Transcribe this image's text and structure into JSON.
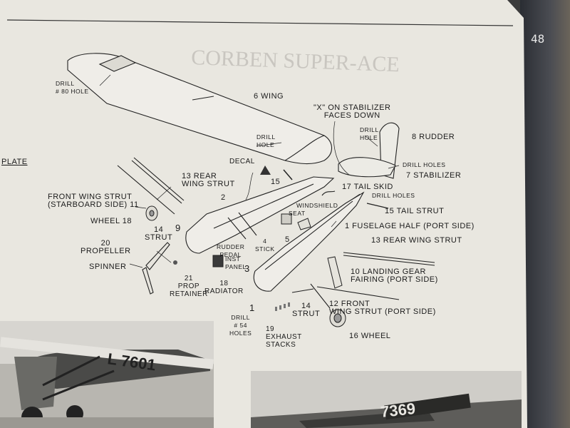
{
  "header": {
    "template_label": "PLATE",
    "background_title": "CORBEN SUPER-ACE",
    "clock_text": "48"
  },
  "labels": {
    "drill_80_hole": "DRILL\n# 80 HOLE",
    "wing": "6 WING",
    "drill_hole_wing": "DRILL\nHOLE",
    "stabilizer_note": "\"X\" ON STABILIZER\nFACES DOWN",
    "drill_hole_rudder": "DRILL\nHOLE",
    "rudder": "8 RUDDER",
    "drill_holes_stab": "DRILL HOLES",
    "stabilizer": "7 STABILIZER",
    "decal": "DECAL",
    "decal_num": "15",
    "rear_wing_strut_starboard": "13 REAR\nWING STRUT",
    "fuselage_starboard": "2",
    "tail_skid": "17 TAIL SKID",
    "drill_holes_tail": "DRILL HOLES",
    "windshield": "WINDSHIELD",
    "seat": "SEAT",
    "tail_strut": "15 TAIL STRUT",
    "front_wing_strut_starboard": "FRONT WING STRUT\n(STARBOARD SIDE) 11",
    "wheel_18": "WHEEL 18",
    "strut_14_left": "14\nSTRUT",
    "nine": "9",
    "fuselage_port": "1 FUSELAGE HALF (PORT SIDE)",
    "propeller": "20\nPROPELLER",
    "rudder_pedal": "RUDDER\nPEDAL",
    "stick": "4\nSTICK",
    "five": "5",
    "inst_panel": "INST\nPANEL",
    "three": "3",
    "rear_wing_strut_port": "13 REAR WING STRUT",
    "spinner": "SPINNER",
    "prop_retainer": "21\nPROP\nRETAINER",
    "radiator": "18\nRADIATOR",
    "landing_gear_fairing": "10 LANDING GEAR\nFAIRING (PORT SIDE)",
    "one_lower": "1",
    "drill_54_holes": "DRILL\n# 54\nHOLES",
    "strut_14_right": "14\nSTRUT",
    "front_wing_strut_port": "12 FRONT\nWING STRUT (PORT SIDE)",
    "exhaust_stacks": "19\nEXHAUST\nSTACKS",
    "wheel_16": "16 WHEEL"
  },
  "photos": {
    "left_tail_number": "L 7601",
    "right_tail_number": "7369"
  }
}
